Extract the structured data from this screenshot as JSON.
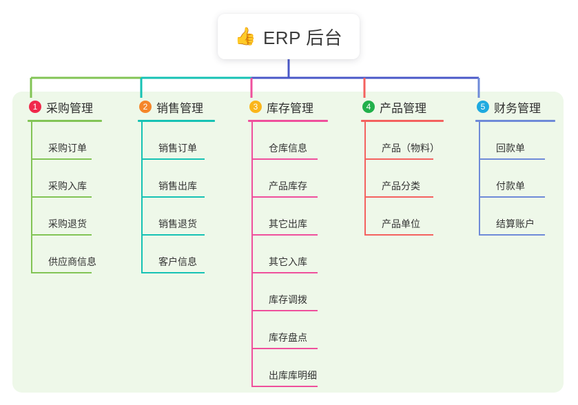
{
  "diagram": {
    "title": "ERP 后台",
    "root": {
      "icon": "thumbs-up-icon",
      "glyph": "👍",
      "label": "ERP 后台"
    },
    "panel_color": "#eef8e9",
    "background_color": "#ffffff",
    "root_connector_color": "#4a58c8",
    "columns": [
      {
        "number": "1",
        "badge_color": "#f0294b",
        "line_color": "#82c455",
        "title": "采购管理",
        "items": [
          "采购订单",
          "采购入库",
          "采购退货",
          "供应商信息"
        ]
      },
      {
        "number": "2",
        "badge_color": "#f5862a",
        "line_color": "#16c2b4",
        "title": "销售管理",
        "items": [
          "销售订单",
          "销售出库",
          "销售退货",
          "客户信息"
        ]
      },
      {
        "number": "3",
        "badge_color": "#fab61c",
        "line_color": "#ef4f9c",
        "title": "库存管理",
        "items": [
          "仓库信息",
          "产品库存",
          "其它出库",
          "其它入库",
          "库存调拨",
          "库存盘点",
          "出库库明细"
        ]
      },
      {
        "number": "4",
        "badge_color": "#21b04b",
        "line_color": "#f4615e",
        "title": "产品管理",
        "items": [
          "产品（物料）",
          "产品分类",
          "产品单位"
        ]
      },
      {
        "number": "5",
        "badge_color": "#1eaae0",
        "line_color": "#6e8ad8",
        "title": "财务管理",
        "items": [
          "回款单",
          "付款单",
          "结算账户"
        ]
      }
    ]
  }
}
